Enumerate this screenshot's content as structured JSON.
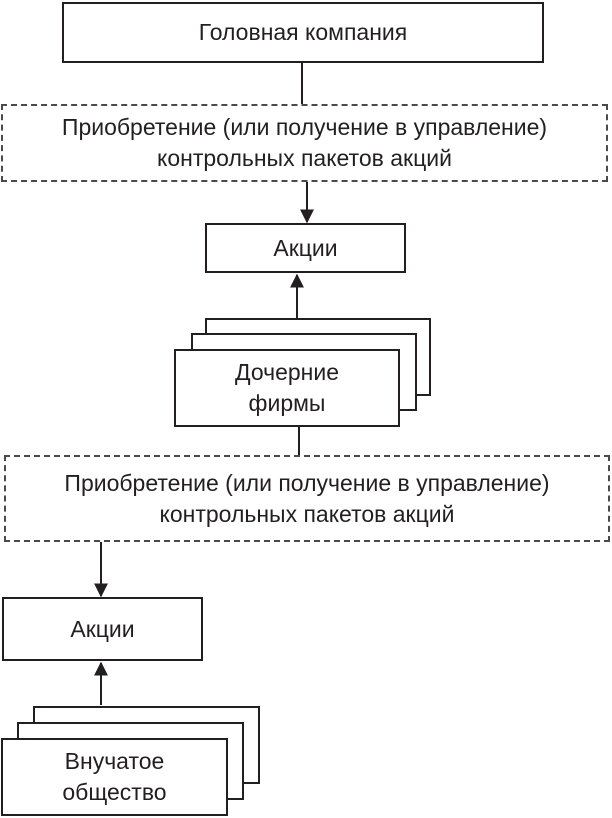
{
  "head_company": "Головная компания",
  "acquisition_1": {
    "line1": "Приобретение (или получение в управление)",
    "line2": "контрольных пакетов акций"
  },
  "shares_1": "Акции",
  "subsidiaries": {
    "line1": "Дочерние",
    "line2": "фирмы"
  },
  "acquisition_2": {
    "line1": "Приобретение (или получение в управление)",
    "line2": "контрольных пакетов акций"
  },
  "shares_2": "Акции",
  "granddaughter": {
    "line1": "Внучатое",
    "line2": "общество"
  }
}
